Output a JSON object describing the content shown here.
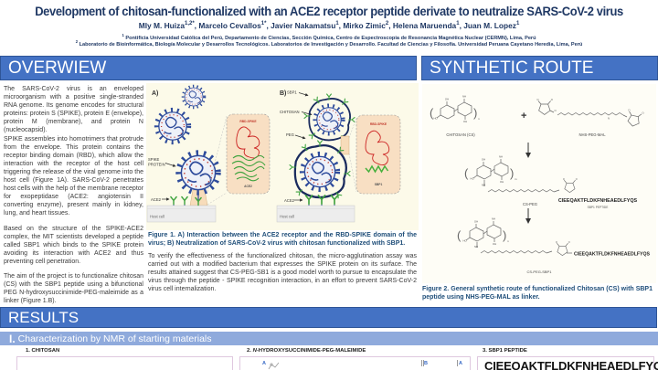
{
  "header": {
    "title": "Development of chitosan-functionalized with an ACE2 receptor peptide derivate to neutralize SARS-CoV-2 virus",
    "authors": [
      {
        "name": "Mly M. Huiza",
        "sup": "1,2*"
      },
      {
        "name": ", Marcelo Cevallos",
        "sup": "1*"
      },
      {
        "name": ", Javier Nakamatsu",
        "sup": "1"
      },
      {
        "name": ", Mirko Zimic",
        "sup": "2"
      },
      {
        "name": ", Helena Maruenda",
        "sup": "1"
      },
      {
        "name": ", Juan M. Lopez",
        "sup": "1"
      }
    ],
    "affil1_sup": "1",
    "affil1": " Pontificia Universidad Católica del Perú, Departamento de Ciencias, Sección Química, Centro de Espectroscopia de Resonancia Magnética Nuclear (CERMN), Lima, Perú",
    "affil2_sup": "2",
    "affil2": " Laboratorio de Bioinformática, Biología Molecular y Desarrollos Tecnológicos. Laboratorios de Investigación y Desarrollo. Facultad de Ciencias y Filosofía. Universidad Peruana Cayetano Heredia, Lima, Perú"
  },
  "overview": {
    "heading": "OVERWIEW",
    "paragraphs": [
      "The SARS-CoV-2 virus is an enveloped microorganism with a positive single-stranded RNA genome. Its genome encodes for structural proteins: protein S (SPIKE), protein E (envelope), protein M (membrane), and protein N (nucleocapsid).",
      "SPIKE assembles into homotrimers that protrude from the envelope. This protein contains the receptor binding domain (RBD), which allow the interaction with the receptor of the host cell triggering the release of the viral genome into the host cell (Figure 1A). SARS-CoV-2 penetrates host cells with the help of the membrane receptor for exopeptidase (ACE2: angiotensin II converting enzyme), present mainly in kidney, lung, and heart tissues.",
      "Based on the structure of the SPIKE-ACE2 complex, the MIT scientists developed a peptide called SBP1 which binds to the SPIKE protein avoiding its interaction with ACE2 and thus preventing cell penetration.",
      "The aim of the project is to functionalize chitosan (CS) with the SBP1 peptide using a bifunctional PEG N-hydroxysuccinimide-PEG-maleimide as a linker (Figure 1.B)."
    ],
    "verify_paragraph": "To verify the effectiveness of the functionalized chitosan, the micro-agglutination assay was carried out with a modified bacterium that expresses the SPIKE protein on its surface. The results attained suggest that CS-PEG-SB1 is a good model worth to pursue to encapsulate the virus through the peptide - SPIKE recognition interaction, in an effort to prevent SARS-CoV-2 virus cell internalization."
  },
  "figure1": {
    "label_a": "A)",
    "label_b": "B)",
    "spike_l1": "SPIKE",
    "spike_l2": "PROTEIN",
    "ace2": "ACE2",
    "host_cell": "Host cell",
    "rbd_spike": "RBD-SPIKE",
    "inset_ace2": "ACE2",
    "sbp1": "SBP1",
    "chitosan": "CHITOSAN",
    "peg": "PEG",
    "inset_sbp1": "SBP1",
    "caption": "Figure 1. A) Interaction between the ACE2 receptor and the RBD-SPIKE domain of the virus; B) Neutralization of SARS-CoV-2 virus with chitosan functionalized with SBP1."
  },
  "synthetic": {
    "heading": "SYNTHETIC ROUTE",
    "chitosan_label": "CHITOSAN (CS)",
    "plus": "+",
    "nhs_label": "NHS-PEG-MAL",
    "cs_peg_label": "CS-PEG",
    "peptide_seq": "CIEEQAKTFLDKFNHEAEDLFYQS",
    "sbp1_peptide": "SBP1 PEPTIDE",
    "cs_peg_sbp1_label": "CS-PEG-SBP1",
    "caption": "Figure 2. General synthetic route of functionalized Chitosan (CS) with SBP1 peptide using NHS-PEG-MAL as linker.",
    "atoms": {
      "oh": "OH",
      "ho": "HO",
      "nh": "NH",
      "n": "N",
      "o": "O",
      "sub_n": "n",
      "sub_m": "m",
      "br_l": "(",
      "br_r": ")"
    }
  },
  "results": {
    "heading": "RESULTS",
    "section1_numeral": "I.",
    "section1_title": "Characterization by NMR of starting materials",
    "panels": [
      {
        "label": "1. CHITOSAN"
      },
      {
        "label_pre": "2. ",
        "label_n": "N",
        "label_post": "-HYDROXYSUCCINIMIDE-PEG-MALEIMIDE",
        "marks": [
          "A",
          "B",
          "A"
        ]
      },
      {
        "label": "3. SBP1 PEPTIDE",
        "sequence": "CIEEQAKTFLDKFNHEAEDLFYQS"
      }
    ]
  },
  "colors": {
    "bar_blue": "#4472C4",
    "bar_blue_border": "#2F5597",
    "section_light_blue": "#8FAADC",
    "title_navy": "#1F3864",
    "caption_blue": "#1F4E79",
    "figure_cream": "#FCFAE9",
    "inset_peach": "#F8DFC3",
    "virus_blue": "#2E4B9B",
    "chitosan_navy": "#1A2B5E",
    "receptor_green": "#3FA33F",
    "rbd_red": "#C0392B",
    "panel_border_pink": "#DFC8DF"
  }
}
